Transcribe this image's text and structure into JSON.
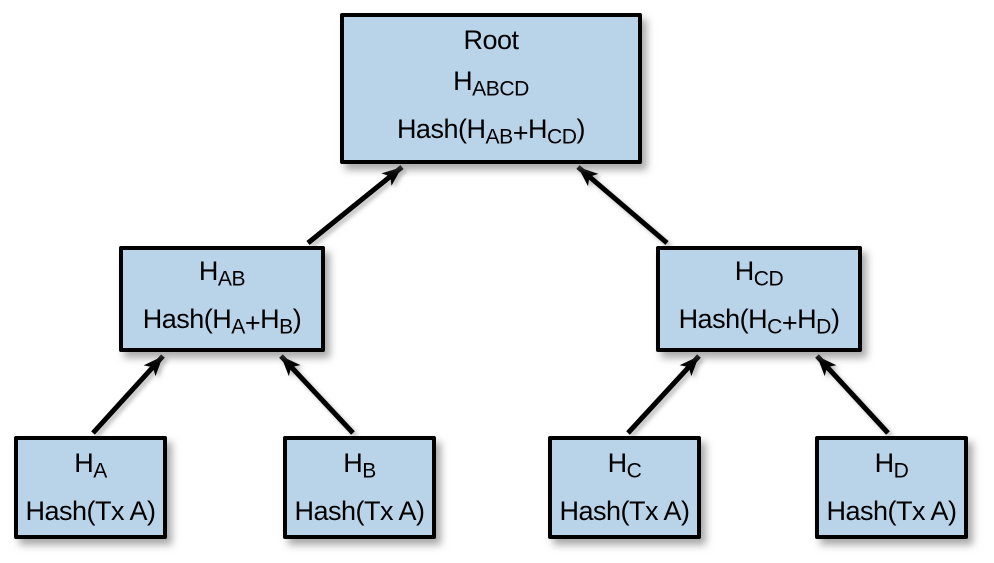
{
  "diagram": {
    "kind": "merkle-tree",
    "background_color": "#ffffff",
    "node_fill_color": "#b9d3e8",
    "node_border_color": "#000000",
    "arrow_color": "#000000",
    "text_color": "#000000"
  },
  "nodes": {
    "root": {
      "title": "Root",
      "label": {
        "base": "H",
        "sub": "ABCD"
      },
      "formula": {
        "pre": "Hash(",
        "h1": "H",
        "sub1": "AB",
        "op": "+",
        "h2": "H",
        "sub2": "CD",
        "post": ")"
      }
    },
    "hab": {
      "label": {
        "base": "H",
        "sub": "AB"
      },
      "formula": {
        "pre": "Hash(",
        "h1": "H",
        "sub1": "A",
        "op": "+",
        "h2": "H",
        "sub2": "B",
        "post": ")"
      }
    },
    "hcd": {
      "label": {
        "base": "H",
        "sub": "CD"
      },
      "formula": {
        "pre": "Hash(",
        "h1": "H",
        "sub1": "C",
        "op": "+",
        "h2": "H",
        "sub2": "D",
        "post": ")"
      }
    },
    "ha": {
      "label": {
        "base": "H",
        "sub": "A"
      },
      "formula_text": "Hash(Tx A)"
    },
    "hb": {
      "label": {
        "base": "H",
        "sub": "B"
      },
      "formula_text": "Hash(Tx A)"
    },
    "hc": {
      "label": {
        "base": "H",
        "sub": "C"
      },
      "formula_text": "Hash(Tx A)"
    },
    "hd": {
      "label": {
        "base": "H",
        "sub": "D"
      },
      "formula_text": "Hash(Tx A)"
    }
  },
  "edges": [
    {
      "from": "H_AB",
      "to": "Root"
    },
    {
      "from": "H_CD",
      "to": "Root"
    },
    {
      "from": "H_A",
      "to": "H_AB"
    },
    {
      "from": "H_B",
      "to": "H_AB"
    },
    {
      "from": "H_C",
      "to": "H_CD"
    },
    {
      "from": "H_D",
      "to": "H_CD"
    }
  ]
}
